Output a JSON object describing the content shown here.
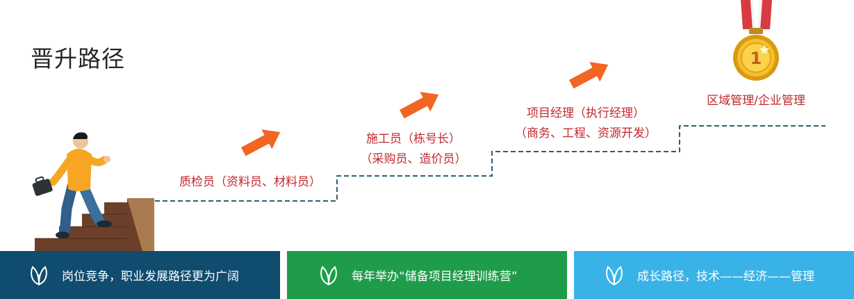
{
  "title": "晋升路径",
  "steps": [
    {
      "lines": [
        "质检员（资料员、材料员）"
      ]
    },
    {
      "lines": [
        "施工员（栋号长）",
        "（采购员、造价员）"
      ]
    },
    {
      "lines": [
        "项目经理（执行经理）",
        "（商务、工程、资源开发）"
      ]
    },
    {
      "lines": [
        "区域管理/企业管理"
      ]
    }
  ],
  "medal": {
    "number": "1"
  },
  "bars": [
    {
      "text": "岗位竞争，职业发展路径更为广阔"
    },
    {
      "text": "每年举办“储备项目经理训练营”"
    },
    {
      "text": "成长路径，技术——经济——管理"
    }
  ],
  "colors": {
    "label": "#c0282d",
    "arrow": "#f26522",
    "dash": "#2c5f70",
    "bar_dark": "#0f4c6e",
    "bar_green": "#1f9c4a",
    "bar_light": "#39b3e7"
  }
}
